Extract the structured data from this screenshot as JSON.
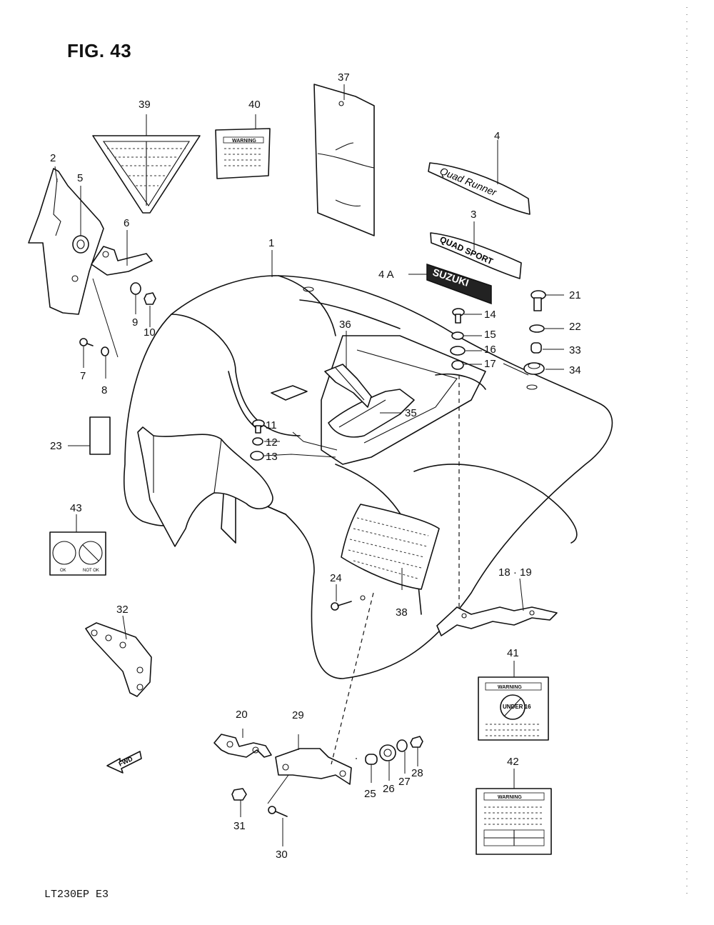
{
  "figure": {
    "title": "FIG. 43",
    "model": "LT230EP  E3"
  },
  "warning_labels": {
    "label_40": "WARNING",
    "label_41": "WARNING",
    "label_41_sign": "UNDER 16",
    "label_42": "WARNING",
    "label_43_left": "OK",
    "label_43_right": "NOT OK"
  },
  "emblems": {
    "quadrunner": "Quad Runner",
    "quadsport": "QUAD SPORT",
    "suzuki": "SUZUKI"
  },
  "fwd_marker": "FWD",
  "callouts": {
    "c1": "1",
    "c2": "2",
    "c3": "3",
    "c4": "4",
    "c4a": "4 A",
    "c5": "5",
    "c6": "6",
    "c7": "7",
    "c8": "8",
    "c9": "9",
    "c10": "10",
    "c11": "11",
    "c12": "12",
    "c13": "13",
    "c14": "14",
    "c15": "15",
    "c16": "16",
    "c17": "17",
    "c1819": "18 · 19",
    "c20": "20",
    "c21": "21",
    "c22": "22",
    "c23": "23",
    "c24": "24",
    "c25": "25",
    "c26": "26",
    "c27": "27",
    "c28": "28",
    "c29": "29",
    "c30": "30",
    "c31": "31",
    "c32": "32",
    "c33": "33",
    "c34": "34",
    "c35": "35",
    "c36": "36",
    "c37": "37",
    "c38": "38",
    "c39": "39",
    "c40": "40",
    "c41": "41",
    "c42": "42",
    "c43": "43"
  }
}
